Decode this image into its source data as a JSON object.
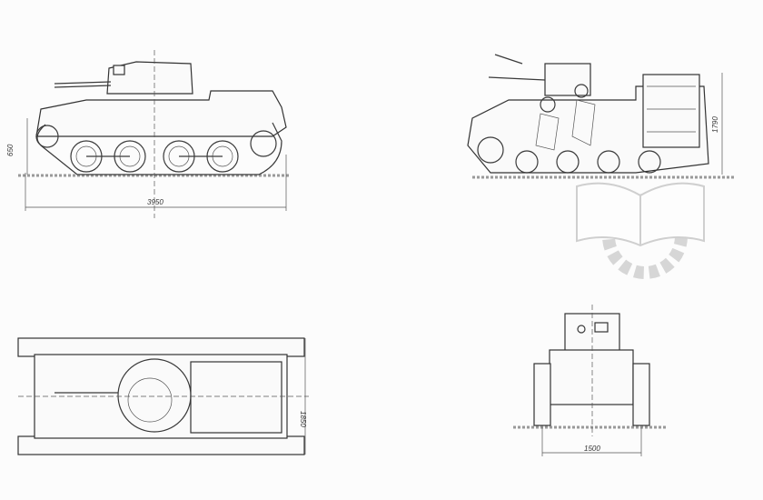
{
  "drawing": {
    "views": [
      "side-view",
      "side-cutaway",
      "top-view",
      "front-view"
    ],
    "dimensions": {
      "side_length": "3950",
      "ground_clearance": "650",
      "height": "1790",
      "width": "1850",
      "track_width": "1500"
    },
    "line_color": "#3a3a3a",
    "watermark_color": "#c8c8c8"
  }
}
